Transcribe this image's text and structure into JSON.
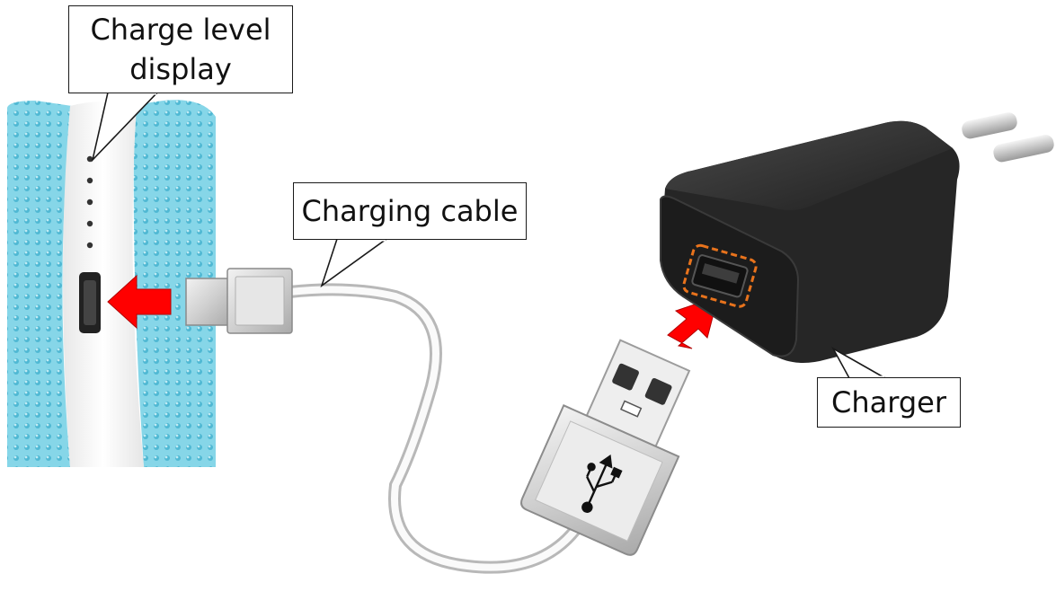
{
  "labels": {
    "charge_level_line1": "Charge level",
    "charge_level_line2": "display",
    "charging_cable": "Charging cable",
    "charger": "Charger"
  },
  "colors": {
    "power_bank_blue": "#7fd3e6",
    "power_bank_white": "#fbfbfb",
    "arrow_red": "#ff0000",
    "charger_body": "#2a2a2a",
    "port_highlight": "#e8731c",
    "connector_grey": "#d6d6d6"
  },
  "icons": {
    "usb_symbol": "usb-icon"
  }
}
